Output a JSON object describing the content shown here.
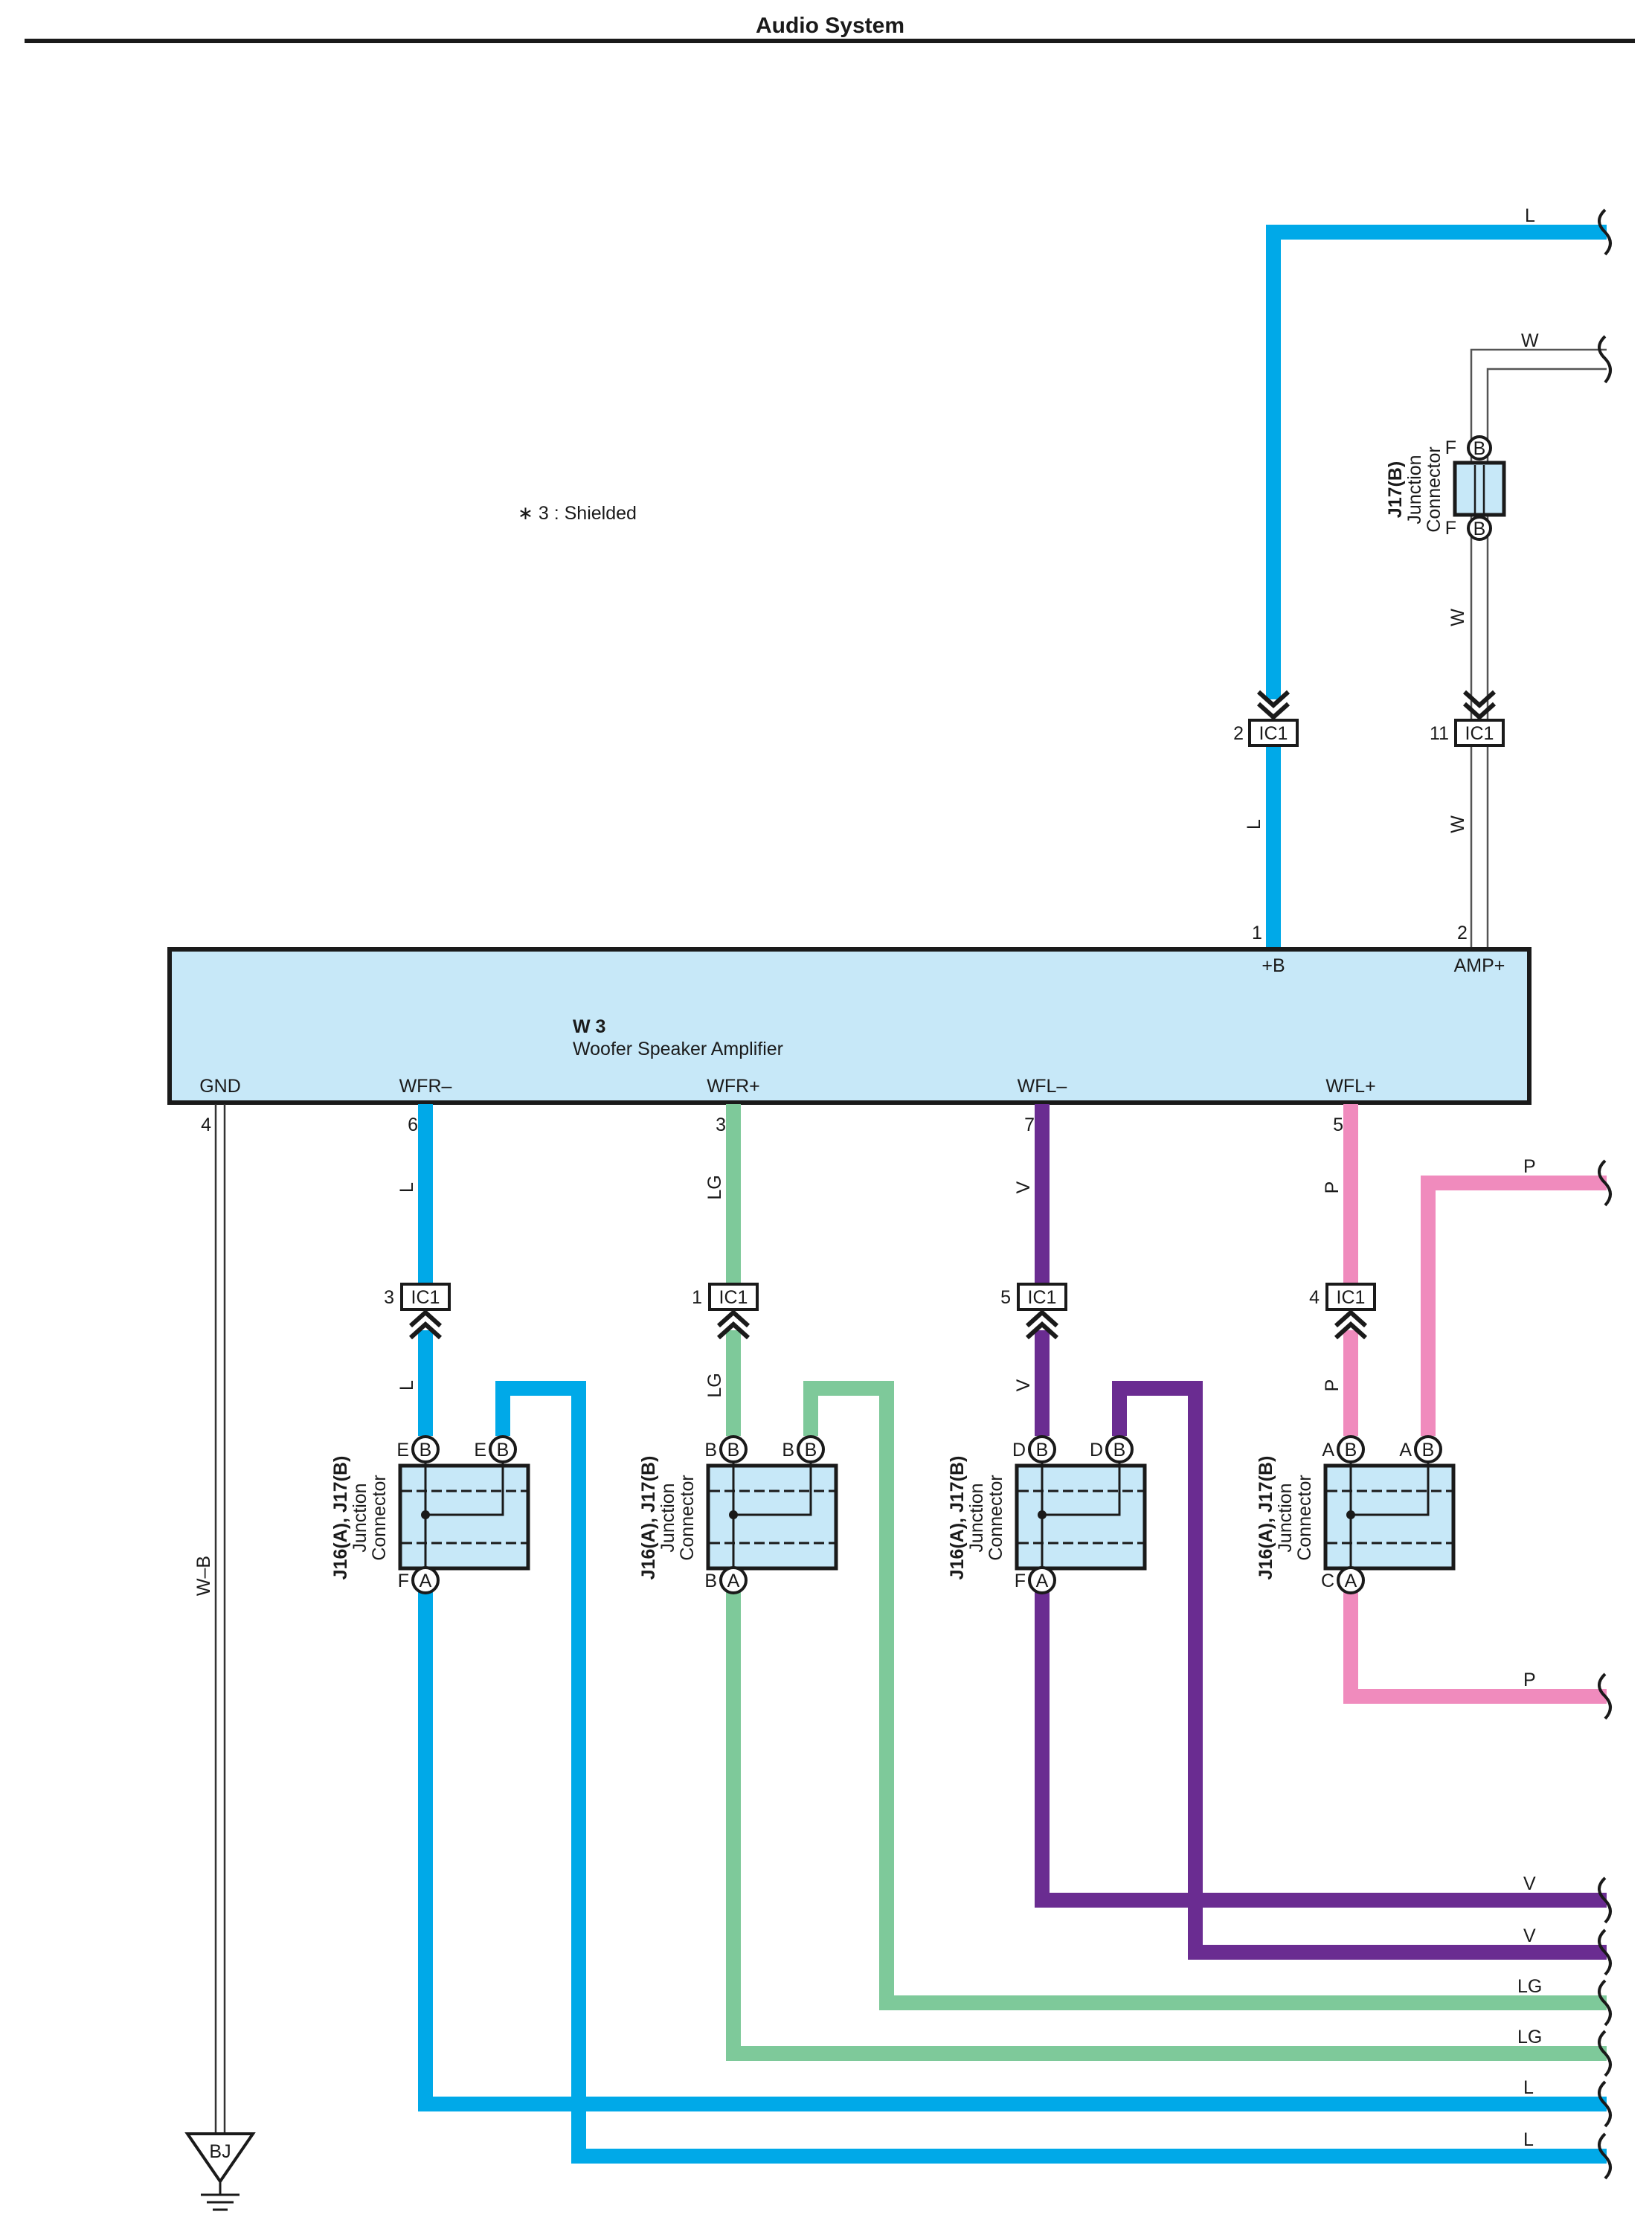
{
  "header": {
    "title": "Audio System"
  },
  "note": "∗ 3 : Shielded",
  "colors": {
    "L": "#00a9e8",
    "LG": "#7ec99a",
    "V": "#6a2c91",
    "P": "#f08bbd",
    "box": "#c7e8f8",
    "line": "#1a1a1a"
  },
  "amplifier": {
    "code": "W 3",
    "name": "Woofer Speaker Amplifier",
    "pins": [
      {
        "num": "1",
        "name": "+B"
      },
      {
        "num": "2",
        "name": "AMP+"
      },
      {
        "num": "4",
        "name": "GND"
      },
      {
        "num": "6",
        "name": "WFR–"
      },
      {
        "num": "3",
        "name": "WFR+"
      },
      {
        "num": "7",
        "name": "WFL–"
      },
      {
        "num": "5",
        "name": "WFL+"
      }
    ]
  },
  "ic_connectors": [
    {
      "pin": "2",
      "label": "IC1"
    },
    {
      "pin": "11",
      "label": "IC1"
    },
    {
      "pin": "3",
      "label": "IC1"
    },
    {
      "pin": "1",
      "label": "IC1"
    },
    {
      "pin": "5",
      "label": "IC1"
    },
    {
      "pin": "4",
      "label": "IC1"
    }
  ],
  "j17_top": {
    "code": "J17(B)",
    "name_line1": "Junction",
    "name_line2": "Connector",
    "pin_top": "F",
    "pin_bottom": "F",
    "term": "B"
  },
  "junctions": [
    {
      "code": "J16(A), J17(B)",
      "name_line1": "Junction",
      "name_line2": "Connector",
      "pin_l": "E",
      "pin_r": "E",
      "pin_bottom": "F",
      "term_top": "B",
      "term_bottom": "A"
    },
    {
      "code": "J16(A), J17(B)",
      "name_line1": "Junction",
      "name_line2": "Connector",
      "pin_l": "B",
      "pin_r": "B",
      "pin_bottom": "B",
      "term_top": "B",
      "term_bottom": "A"
    },
    {
      "code": "J16(A), J17(B)",
      "name_line1": "Junction",
      "name_line2": "Connector",
      "pin_l": "D",
      "pin_r": "D",
      "pin_bottom": "F",
      "term_top": "B",
      "term_bottom": "A"
    },
    {
      "code": "J16(A), J17(B)",
      "name_line1": "Junction",
      "name_line2": "Connector",
      "pin_l": "A",
      "pin_r": "A",
      "pin_bottom": "C",
      "term_top": "B",
      "term_bottom": "A"
    }
  ],
  "wire_labels": {
    "top_L": "L",
    "top_W": "W",
    "j17_W": "W",
    "ic_W": "W",
    "ic_L": "L",
    "gnd": "W–B",
    "wfrm_up": "L",
    "wfrm_dn": "L",
    "wfrp_up": "LG",
    "wfrp_dn": "LG",
    "wflm_up": "V",
    "wflm_dn": "V",
    "wflp_up": "P",
    "wflp_dn": "P",
    "right_P1": "P",
    "right_P2": "P",
    "right_V1": "V",
    "right_V2": "V",
    "right_LG1": "LG",
    "right_LG2": "LG",
    "right_L1": "L",
    "right_L2": "L"
  },
  "ground": {
    "label": "BJ"
  }
}
